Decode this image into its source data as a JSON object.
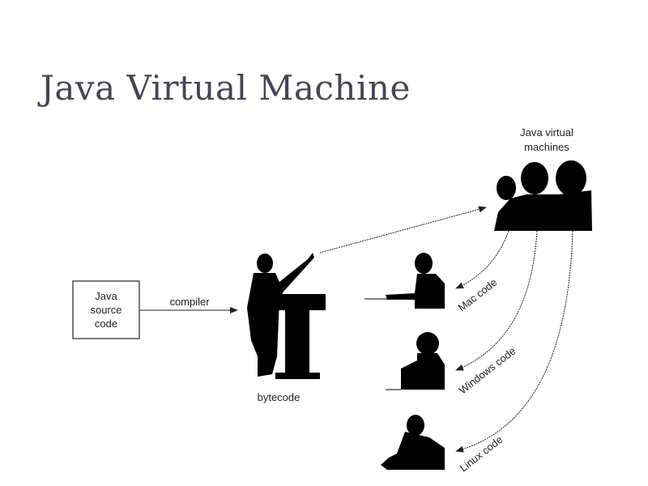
{
  "slide": {
    "title": "Java Virtual Machine"
  },
  "diagram": {
    "source_box": {
      "line1": "Java",
      "line2": "source",
      "line3": "code"
    },
    "compiler_label": "compiler",
    "bytecode_label": "bytecode",
    "jvm_label": {
      "line1": "Java virtual",
      "line2": "machines"
    },
    "outputs": [
      "Mac code",
      "Windows code",
      "Linux code"
    ]
  }
}
